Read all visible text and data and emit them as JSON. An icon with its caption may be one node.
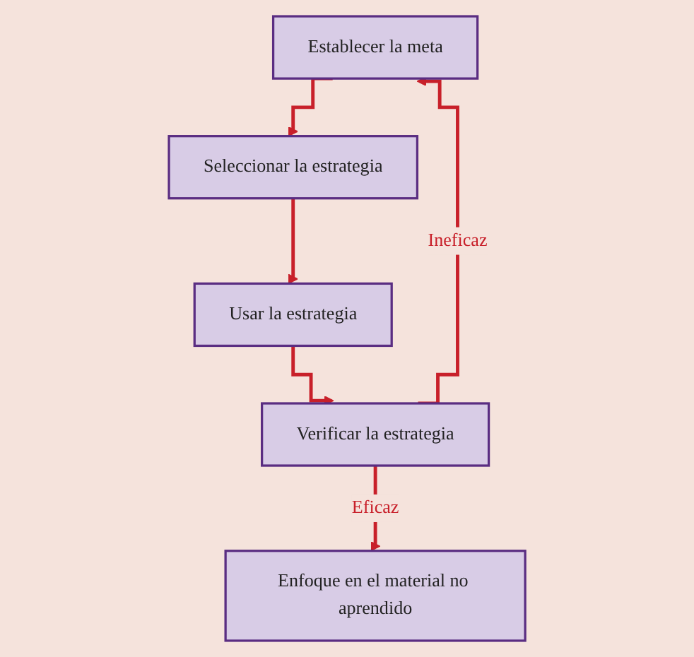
{
  "diagram": {
    "nodes": [
      {
        "text": [
          "Establecer la meta"
        ]
      },
      {
        "text": [
          "Seleccionar la estrategia"
        ]
      },
      {
        "text": [
          "Usar la estrategia"
        ]
      },
      {
        "text": [
          "Verificar la estrategia"
        ]
      },
      {
        "text": [
          "Enfoque en el material no aprendido"
        ]
      }
    ],
    "edges": [
      {
        "from": 0,
        "to": 1,
        "arrow": "to"
      },
      {
        "from": 1,
        "to": 2,
        "arrow": "to"
      },
      {
        "from": 2,
        "to": 3,
        "arrow": "to"
      },
      {
        "from": 3,
        "to": 0,
        "arrow": "to",
        "label": "Ineficaz"
      },
      {
        "from": 3,
        "to": 4,
        "arrow": "to",
        "label": "Eficaz"
      }
    ]
  }
}
